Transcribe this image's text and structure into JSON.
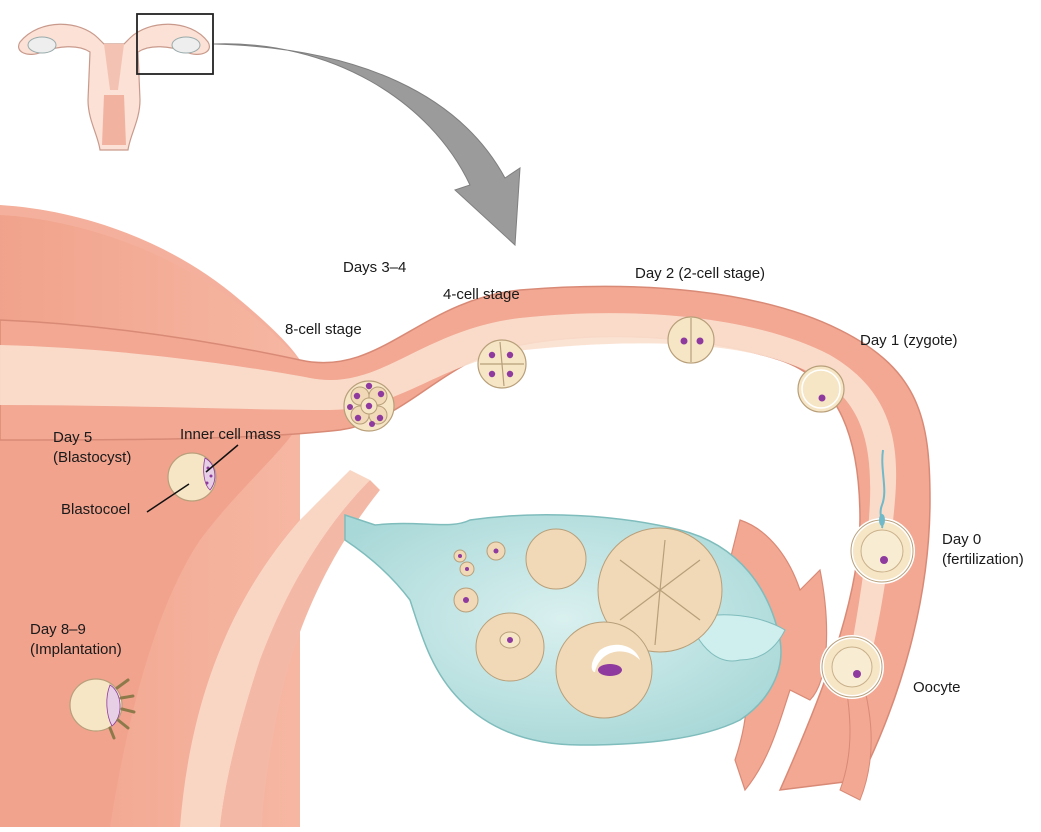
{
  "labels": {
    "days_3_4": "Days 3–4",
    "eight_cell": "8-cell stage",
    "four_cell": "4-cell stage",
    "day2": "Day 2 (2-cell stage)",
    "day1": "Day 1 (zygote)",
    "day0_line1": "Day 0",
    "day0_line2": "(fertilization)",
    "oocyte": "Oocyte",
    "day5_line1": "Day 5",
    "day5_line2": "(Blastocyst)",
    "inner_cell_mass": "Inner cell mass",
    "blastocoel": "Blastocoel",
    "day89_line1": "Day 8–9",
    "day89_line2": "(Implantation)"
  },
  "colors": {
    "uterine_wall": "#f2a890",
    "uterine_wall_light": "#f8c9b8",
    "tube_lumen": "#fbe2d2",
    "ovary": "#bfe3e3",
    "ovary_outline": "#8fc4c4",
    "follicle": "#f1d9b7",
    "cell": "#f6e6c6",
    "nucleus": "#8e3a9e",
    "arrow": "#9a9a9a"
  }
}
